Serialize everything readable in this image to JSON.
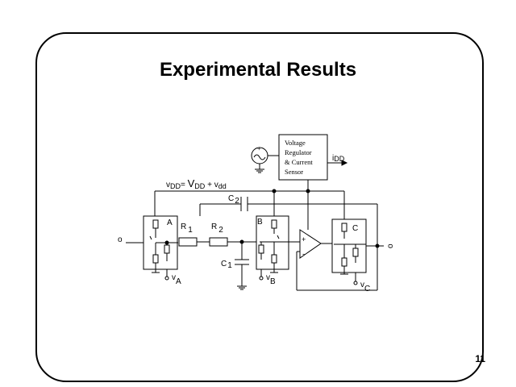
{
  "slide": {
    "title": "Experimental Results",
    "number": "11"
  },
  "circuit": {
    "regulator_lines": [
      "Voltage",
      "Regulator",
      "& Current",
      "Sensor"
    ],
    "idd_label": {
      "main": "i",
      "sub": "DD"
    },
    "supply_eq": {
      "v1": "v",
      "s1": "DD",
      "eq": "= ",
      "V": "V",
      "s2": "DD",
      "plus": " + ",
      "v2": "v",
      "s3": "dd"
    },
    "source_plus": "+",
    "c2": {
      "main": "C",
      "sub": "2"
    },
    "c1": {
      "main": "C",
      "sub": "1"
    },
    "r1": {
      "main": "R",
      "sub": "1"
    },
    "r2": {
      "main": "R",
      "sub": "2"
    },
    "node_a": "A",
    "node_b": "B",
    "node_c": "C",
    "input_o": "o",
    "output_o": "o",
    "opamp_plus": "+",
    "opamp_minus": "-",
    "va": {
      "main": "v",
      "sub": "A"
    },
    "vb": {
      "main": "v",
      "sub": "B"
    },
    "vc": {
      "main": "v",
      "sub": "C"
    }
  }
}
